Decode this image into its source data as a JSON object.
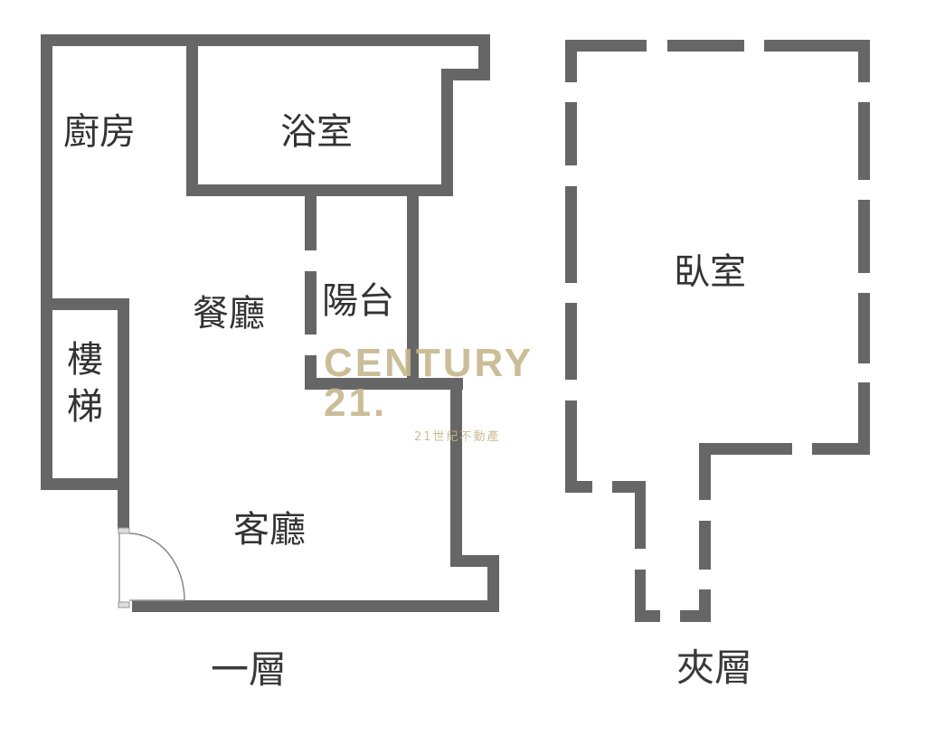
{
  "diagram": {
    "type": "floor-plan",
    "wall_color": "#666666",
    "watermark": {
      "brand": "CENTURY 21.",
      "subtitle": "21世紀不動產",
      "color": "#c6b68c"
    },
    "floors": [
      {
        "label": "一層",
        "rooms": [
          {
            "name": "廚房"
          },
          {
            "name": "浴室"
          },
          {
            "name": "餐廳"
          },
          {
            "name": "陽台"
          },
          {
            "name": "樓梯"
          },
          {
            "name": "客廳"
          }
        ],
        "features": [
          "entrance-door"
        ]
      },
      {
        "label": "夾層",
        "rooms": [
          {
            "name": "臥室"
          }
        ],
        "wall_style": "dashed"
      }
    ]
  }
}
